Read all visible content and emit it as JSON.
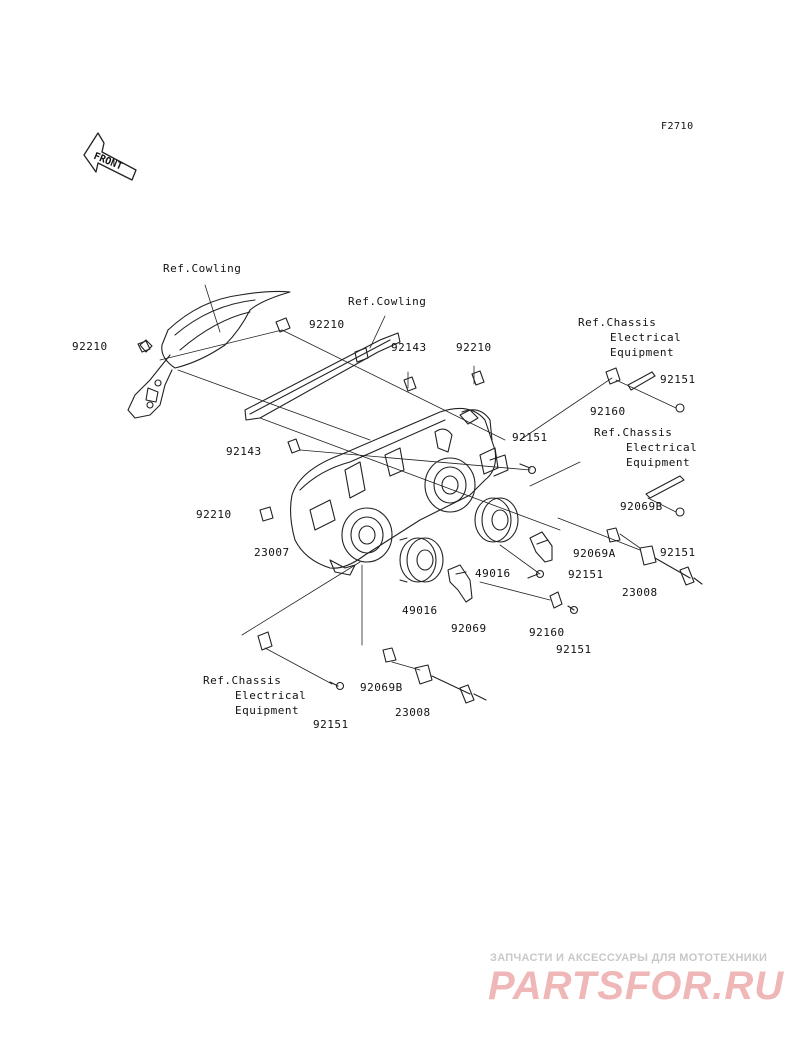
{
  "figure_code": "F2710",
  "front_marker": "FRONT",
  "labels": {
    "ref_cowling_1": "Ref.Cowling",
    "ref_cowling_2": "Ref.Cowling",
    "ref_chassis_1": [
      "Ref.Chassis",
      "Electrical",
      "Equipment"
    ],
    "ref_chassis_2": [
      "Ref.Chassis",
      "Electrical",
      "Equipment"
    ],
    "ref_chassis_3": [
      "Ref.Chassis",
      "Electrical",
      "Equipment"
    ],
    "p92210_a": "92210",
    "p92210_b": "92210",
    "p92210_c": "92210",
    "p92210_d": "92210",
    "p92143_a": "92143",
    "p92143_b": "92143",
    "p92151_a": "92151",
    "p92151_b": "92151",
    "p92151_c": "92151",
    "p92151_d": "92151",
    "p92151_e": "92151",
    "p92151_f": "92151",
    "p92160_a": "92160",
    "p92160_b": "92160",
    "p92069b_a": "92069B",
    "p92069b_b": "92069B",
    "p92069a": "92069A",
    "p92069": "92069",
    "p23007": "23007",
    "p23008_a": "23008",
    "p23008_b": "23008",
    "p49016_a": "49016",
    "p49016_b": "49016"
  },
  "watermark": {
    "tagline": "ЗАПЧАСТИ И АКСЕССУАРЫ ДЛЯ МОТОТЕХНИКИ",
    "logo": "PARTSFOR.RU"
  },
  "colors": {
    "line": "#222222",
    "watermark_logo": "#efb7b7",
    "watermark_text": "#c8c8c8"
  }
}
